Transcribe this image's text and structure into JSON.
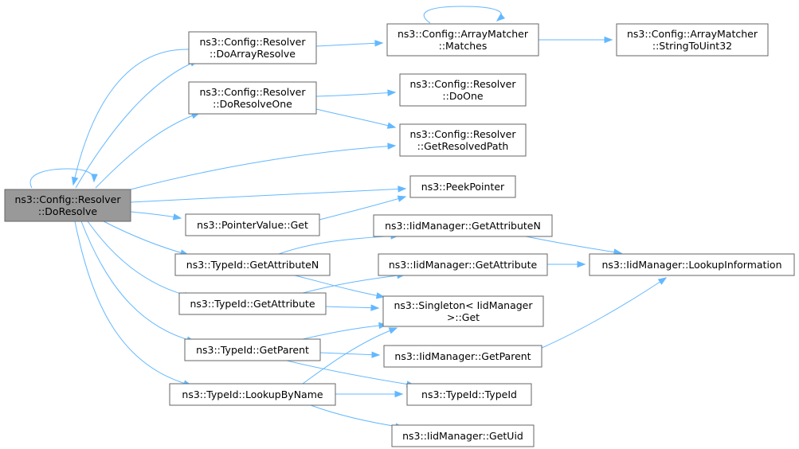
{
  "diagram": {
    "root_node": "DoResolve",
    "colors": {
      "edge": "#63b8ff",
      "node_border": "#666666",
      "node_fill": "#ffffff",
      "root_fill": "#999999"
    },
    "nodes": [
      {
        "id": "DoResolve",
        "lines": [
          "ns3::Config::Resolver",
          "::DoResolve"
        ]
      },
      {
        "id": "DoArrayResolve",
        "lines": [
          "ns3::Config::Resolver",
          "::DoArrayResolve"
        ]
      },
      {
        "id": "DoResolveOne",
        "lines": [
          "ns3::Config::Resolver",
          "::DoResolveOne"
        ]
      },
      {
        "id": "ArrayMatches",
        "lines": [
          "ns3::Config::ArrayMatcher",
          "::Matches"
        ]
      },
      {
        "id": "StringToUint32",
        "lines": [
          "ns3::Config::ArrayMatcher",
          "::StringToUint32"
        ]
      },
      {
        "id": "DoOne",
        "lines": [
          "ns3::Config::Resolver",
          "::DoOne"
        ]
      },
      {
        "id": "GetResolvedPath",
        "lines": [
          "ns3::Config::Resolver",
          "::GetResolvedPath"
        ]
      },
      {
        "id": "PeekPointer",
        "lines": [
          "ns3::PeekPointer"
        ]
      },
      {
        "id": "PointerValueGet",
        "lines": [
          "ns3::PointerValue::Get"
        ]
      },
      {
        "id": "TypeIdGetAttributeN",
        "lines": [
          "ns3::TypeId::GetAttributeN"
        ]
      },
      {
        "id": "TypeIdGetAttribute",
        "lines": [
          "ns3::TypeId::GetAttribute"
        ]
      },
      {
        "id": "TypeIdGetParent",
        "lines": [
          "ns3::TypeId::GetParent"
        ]
      },
      {
        "id": "TypeIdLookupByName",
        "lines": [
          "ns3::TypeId::LookupByName"
        ]
      },
      {
        "id": "IidGetAttributeN",
        "lines": [
          "ns3::IidManager::GetAttributeN"
        ]
      },
      {
        "id": "IidGetAttribute",
        "lines": [
          "ns3::IidManager::GetAttribute"
        ]
      },
      {
        "id": "IidLookupInformation",
        "lines": [
          "ns3::IidManager::LookupInformation"
        ]
      },
      {
        "id": "SingletonGet",
        "lines": [
          "ns3::Singleton< IidManager",
          ">::Get"
        ]
      },
      {
        "id": "IidGetParent",
        "lines": [
          "ns3::IidManager::GetParent"
        ]
      },
      {
        "id": "TypeIdTypeId",
        "lines": [
          "ns3::TypeId::TypeId"
        ]
      },
      {
        "id": "IidGetUid",
        "lines": [
          "ns3::IidManager::GetUid"
        ]
      }
    ],
    "edges": [
      {
        "from": "DoResolve",
        "to": "DoResolve"
      },
      {
        "from": "DoResolve",
        "to": "DoArrayResolve"
      },
      {
        "from": "DoResolve",
        "to": "DoResolveOne"
      },
      {
        "from": "DoResolve",
        "to": "GetResolvedPath"
      },
      {
        "from": "DoResolve",
        "to": "PeekPointer"
      },
      {
        "from": "DoResolve",
        "to": "PointerValueGet"
      },
      {
        "from": "DoResolve",
        "to": "TypeIdGetAttributeN"
      },
      {
        "from": "DoResolve",
        "to": "TypeIdGetAttribute"
      },
      {
        "from": "DoResolve",
        "to": "TypeIdGetParent"
      },
      {
        "from": "DoResolve",
        "to": "TypeIdLookupByName"
      },
      {
        "from": "DoArrayResolve",
        "to": "DoResolve"
      },
      {
        "from": "DoArrayResolve",
        "to": "ArrayMatches"
      },
      {
        "from": "ArrayMatches",
        "to": "ArrayMatches"
      },
      {
        "from": "ArrayMatches",
        "to": "StringToUint32"
      },
      {
        "from": "DoResolveOne",
        "to": "DoOne"
      },
      {
        "from": "DoResolveOne",
        "to": "GetResolvedPath"
      },
      {
        "from": "PointerValueGet",
        "to": "PeekPointer"
      },
      {
        "from": "TypeIdGetAttributeN",
        "to": "IidGetAttributeN"
      },
      {
        "from": "TypeIdGetAttributeN",
        "to": "SingletonGet"
      },
      {
        "from": "TypeIdGetAttribute",
        "to": "IidGetAttribute"
      },
      {
        "from": "TypeIdGetAttribute",
        "to": "SingletonGet"
      },
      {
        "from": "TypeIdGetParent",
        "to": "SingletonGet"
      },
      {
        "from": "TypeIdGetParent",
        "to": "IidGetParent"
      },
      {
        "from": "TypeIdGetParent",
        "to": "TypeIdTypeId"
      },
      {
        "from": "TypeIdLookupByName",
        "to": "SingletonGet"
      },
      {
        "from": "TypeIdLookupByName",
        "to": "TypeIdTypeId"
      },
      {
        "from": "TypeIdLookupByName",
        "to": "IidGetUid"
      },
      {
        "from": "IidGetAttributeN",
        "to": "IidLookupInformation"
      },
      {
        "from": "IidGetAttribute",
        "to": "IidLookupInformation"
      },
      {
        "from": "IidGetParent",
        "to": "IidLookupInformation"
      }
    ]
  }
}
